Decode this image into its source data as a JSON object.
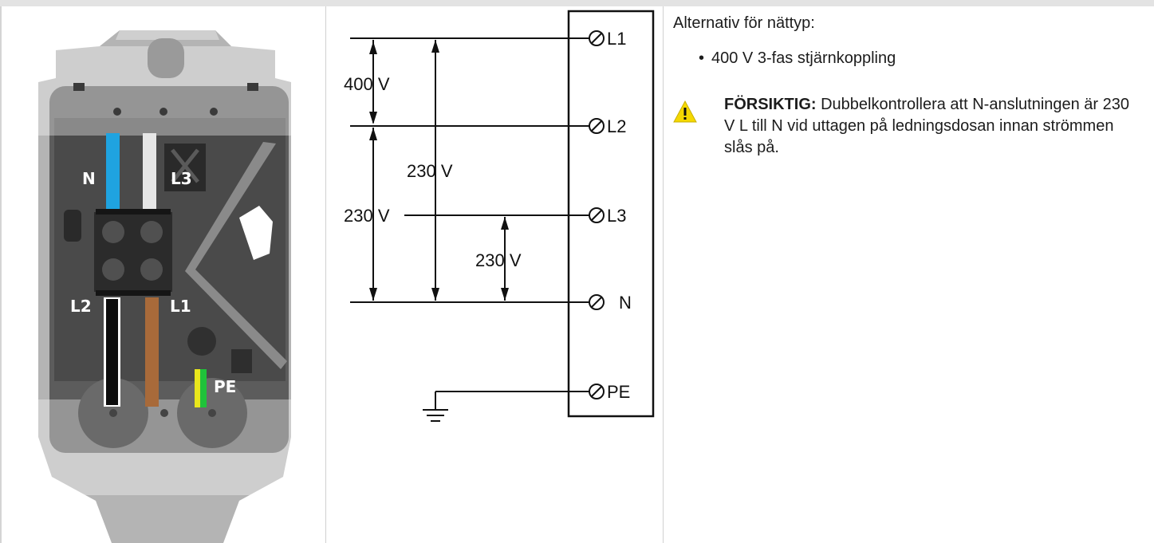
{
  "photo": {
    "labels": {
      "n": "N",
      "l3": "L3",
      "l2": "L2",
      "l1": "L1",
      "pe": "PE"
    },
    "colors": {
      "blue": "#1fa3e0",
      "grey": "#e6e6e6",
      "black": "#0d0d0d",
      "brown": "#a86a3a",
      "yellow": "#e8e61c",
      "green": "#1fc23a"
    }
  },
  "diagram": {
    "terminals": [
      "L1",
      "L2",
      "L3",
      "N",
      "PE"
    ],
    "voltages": {
      "l1_l2": "400 V",
      "l1_n": "230 V",
      "l2_n": "230 V",
      "l3_n": "230 V"
    },
    "terminal_color": "#3aa8e8"
  },
  "text": {
    "title": "Alternativ för nättyp:",
    "bullet": "400 V 3-fas stjärnkoppling",
    "warning_label": "FÖRSIKTIG:",
    "warning_body": "Dubbelkontrollera att N-anslutningen är 230 V L till N vid uttagen på ledningsdosan innan strömmen slås på."
  },
  "icons": {
    "warning": "warning-triangle-icon",
    "terminal": "screw-terminal-icon",
    "ground": "ground-icon"
  }
}
